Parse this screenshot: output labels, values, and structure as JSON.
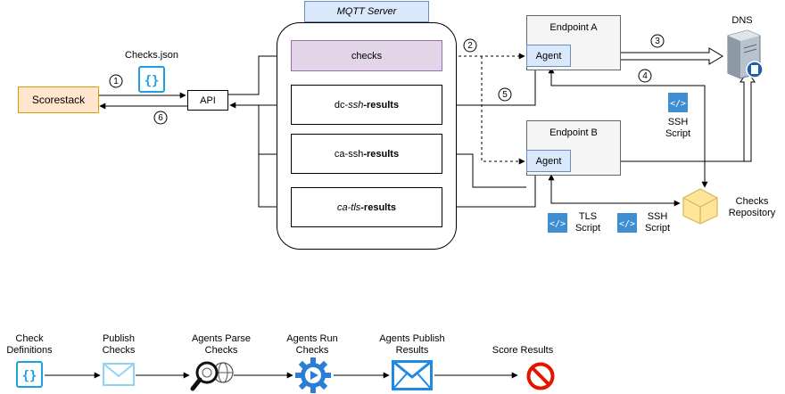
{
  "diagram": {
    "scorestack": "Scorestack",
    "checks_json": "Checks.json",
    "api": "API",
    "mqtt_server": "MQTT Server",
    "queues": {
      "checks": "checks",
      "dc_ssh_results": {
        "prefix": "dc-",
        "mid": "ssh",
        "suffix": "-results"
      },
      "ca_ssh_results": {
        "prefix": "ca-ssh",
        "suffix": "-results"
      },
      "ca_tls_results": {
        "prefix": "ca-",
        "mid": "tls",
        "suffix": "-results"
      }
    },
    "endpoint_a": "Endpoint A",
    "endpoint_b": "Endpoint B",
    "agent": "Agent",
    "dns": "DNS",
    "ssh_script": [
      "SSH",
      "Script"
    ],
    "tls_script": [
      "TLS",
      "Script"
    ],
    "checks_repository": [
      "Checks",
      "Repository"
    ],
    "steps": [
      "1",
      "2",
      "3",
      "4",
      "5",
      "6"
    ]
  },
  "pipeline": [
    {
      "label": [
        "Check",
        "Definitions"
      ],
      "icon": "json-file-icon"
    },
    {
      "label": [
        "Publish",
        "Checks"
      ],
      "icon": "mail-icon"
    },
    {
      "label": [
        "Agents Parse",
        "Checks"
      ],
      "icon": "magnifier-globe-icon"
    },
    {
      "label": [
        "Agents Run",
        "Checks"
      ],
      "icon": "gear-play-icon"
    },
    {
      "label": [
        "Agents Publish",
        "Results"
      ],
      "icon": "mail-icon"
    },
    {
      "label": [
        "Score Results"
      ],
      "icon": "no-entry-icon"
    }
  ],
  "colors": {
    "scorestack_fill": "#ffe6cc",
    "scorestack_border": "#d79b00",
    "mqtt_label_fill": "#dae8fc",
    "mqtt_label_border": "#6c8ebf",
    "checks_fill": "#e1d5e7",
    "checks_border": "#9673a6",
    "endpoint_fill": "#f5f5f5",
    "endpoint_border": "#666666",
    "agent_fill": "#dae8fc",
    "agent_border": "#6c8ebf",
    "icon_blue": "#1ba1e2",
    "script_blue": "#3d8fd1",
    "repo_fill": "#ffe599",
    "repo_border": "#d6b656",
    "no_entry": "#e51400"
  }
}
